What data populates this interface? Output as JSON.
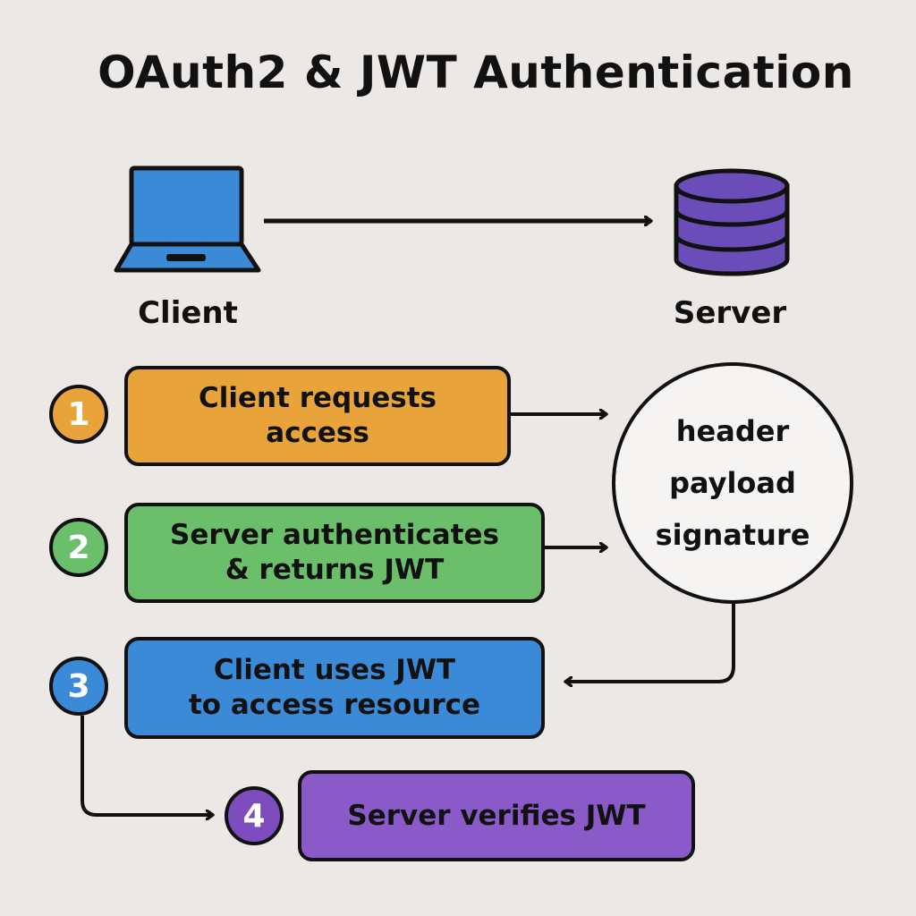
{
  "title": "OAuth2 & JWT Authentication",
  "nodes": {
    "client": "Client",
    "server": "Server"
  },
  "steps": [
    {
      "number": "1",
      "label": "Client requests\naccess",
      "color": "#E8A33A"
    },
    {
      "number": "2",
      "label": "Server authenticates\n& returns JWT",
      "color": "#6BBF6A"
    },
    {
      "number": "3",
      "label": "Client uses JWT\nto access resource",
      "color": "#3B8AD8"
    },
    {
      "number": "4",
      "label": "Server verifies JWT",
      "color": "#8A5AC8"
    }
  ],
  "jwt_parts": [
    "header",
    "payload",
    "signature"
  ],
  "colors": {
    "background": "#ebe8e5",
    "laptop": "#3B8AD8",
    "database": "#6A4DB8"
  }
}
